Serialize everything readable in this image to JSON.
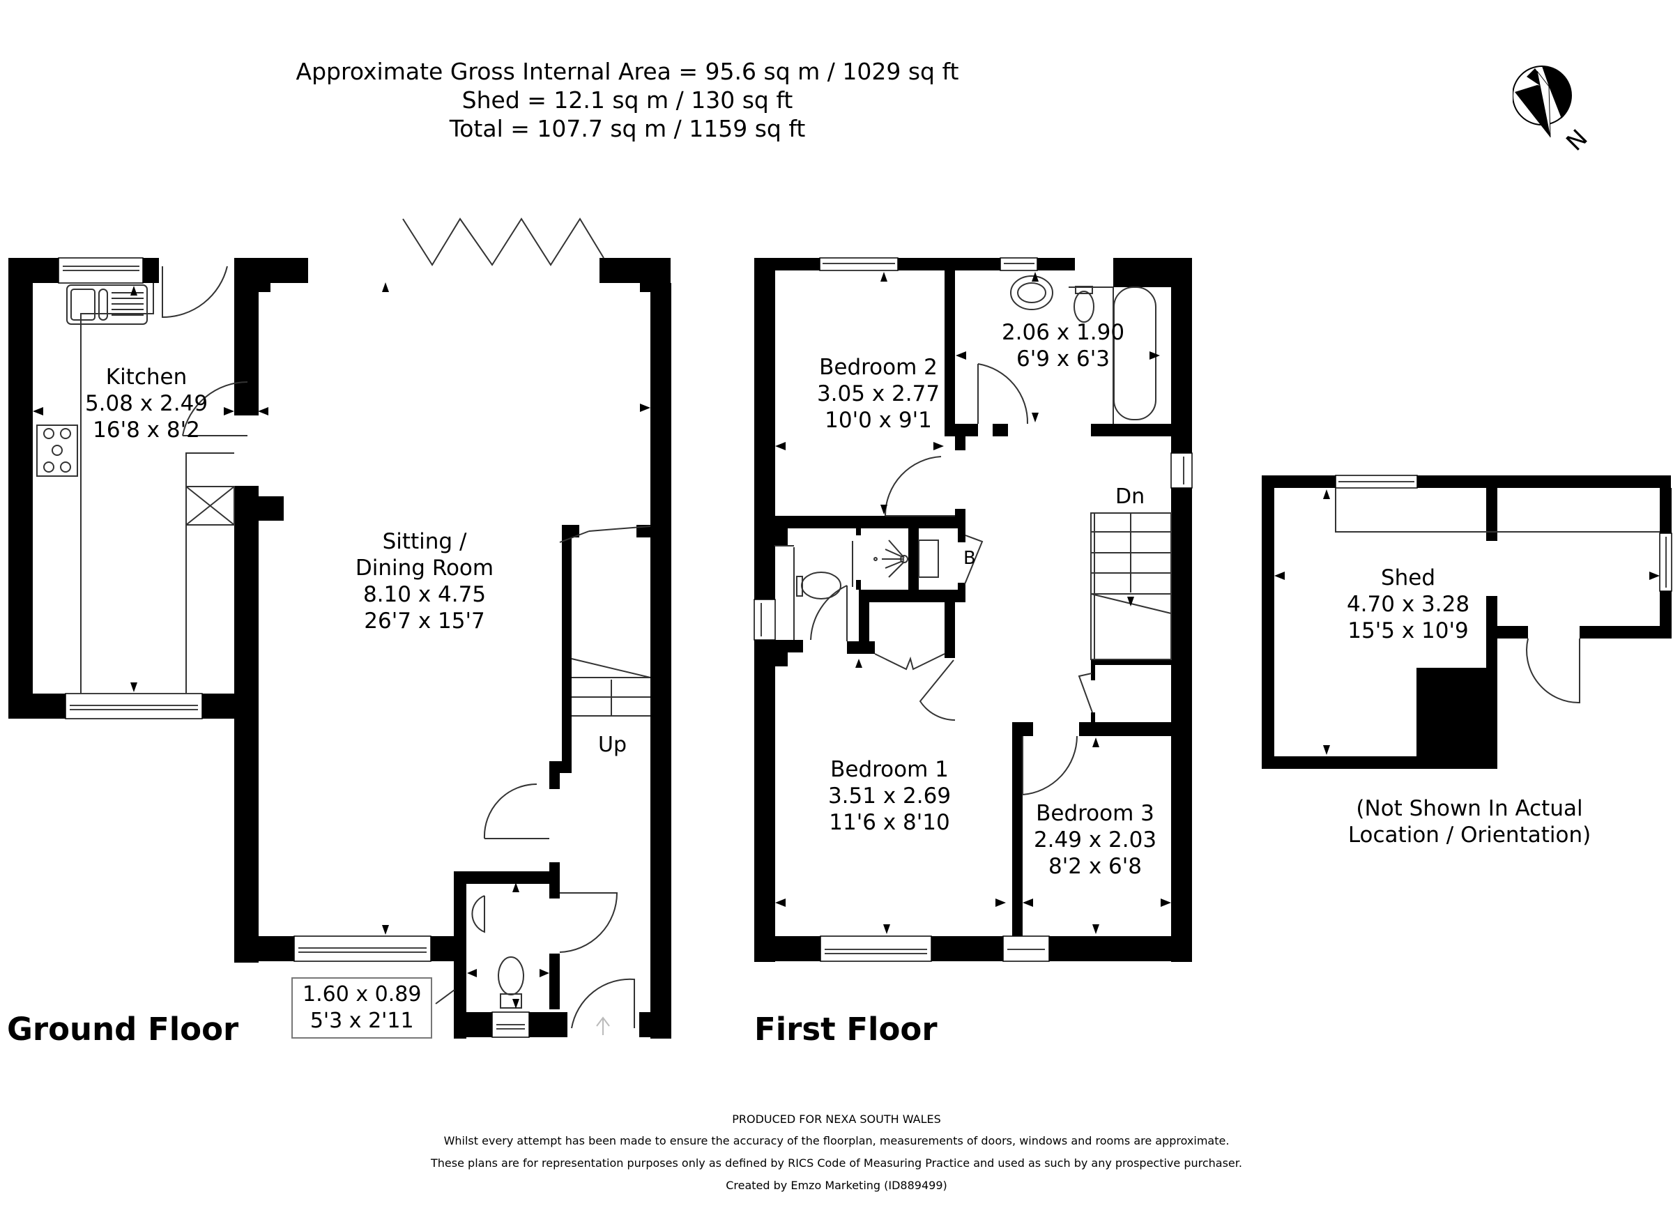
{
  "header": {
    "line1": "Approximate Gross Internal Area = 95.6 sq m / 1029 sq ft",
    "line2": "Shed = 12.1 sq m / 130 sq ft",
    "line3": "Total = 107.7 sq m / 1159 sq ft"
  },
  "compass": {
    "icon": "north-arrow-icon",
    "label": "N"
  },
  "ground_floor": {
    "title": "Ground Floor",
    "rooms": [
      {
        "name": "Kitchen",
        "metric": "5.08 x 2.49",
        "imperial": "16'8 x 8'2"
      },
      {
        "name": "Sitting /",
        "name2": "Dining Room",
        "metric": "8.10 x 4.75",
        "imperial": "26'7 x 15'7"
      },
      {
        "name": "",
        "metric": "1.60 x 0.89",
        "imperial": "5'3 x 2'11"
      }
    ],
    "stairs_label": "Up"
  },
  "first_floor": {
    "title": "First Floor",
    "rooms": [
      {
        "name": "Bedroom 2",
        "metric": "3.05 x 2.77",
        "imperial": "10'0 x 9'1"
      },
      {
        "name": "",
        "metric": "2.06 x 1.90",
        "imperial": "6'9 x 6'3"
      },
      {
        "name": "Bedroom 1",
        "metric": "3.51 x 2.69",
        "imperial": "11'6 x 8'10"
      },
      {
        "name": "Bedroom 3",
        "metric": "2.49 x 2.03",
        "imperial": "8'2 x 6'8"
      }
    ],
    "stairs_label": "Dn",
    "boiler_label": "B"
  },
  "shed": {
    "name": "Shed",
    "metric": "4.70 x 3.28",
    "imperial": "15'5 x 10'9",
    "note_line1": "(Not Shown In Actual",
    "note_line2": "Location / Orientation)"
  },
  "footer": {
    "produced": "PRODUCED FOR NEXA SOUTH WALES",
    "line1": "Whilst every attempt has been made to ensure the accuracy of the floorplan, measurements of doors, windows and rooms are approximate.",
    "line2": "These plans are for representation purposes only as defined by RICS Code of Measuring Practice and used as such by any prospective purchaser.",
    "line3": "Created by Emzo Marketing (ID889499)"
  },
  "colors": {
    "wall": "#000000",
    "background": "#ffffff",
    "fixture_line": "#333333"
  }
}
